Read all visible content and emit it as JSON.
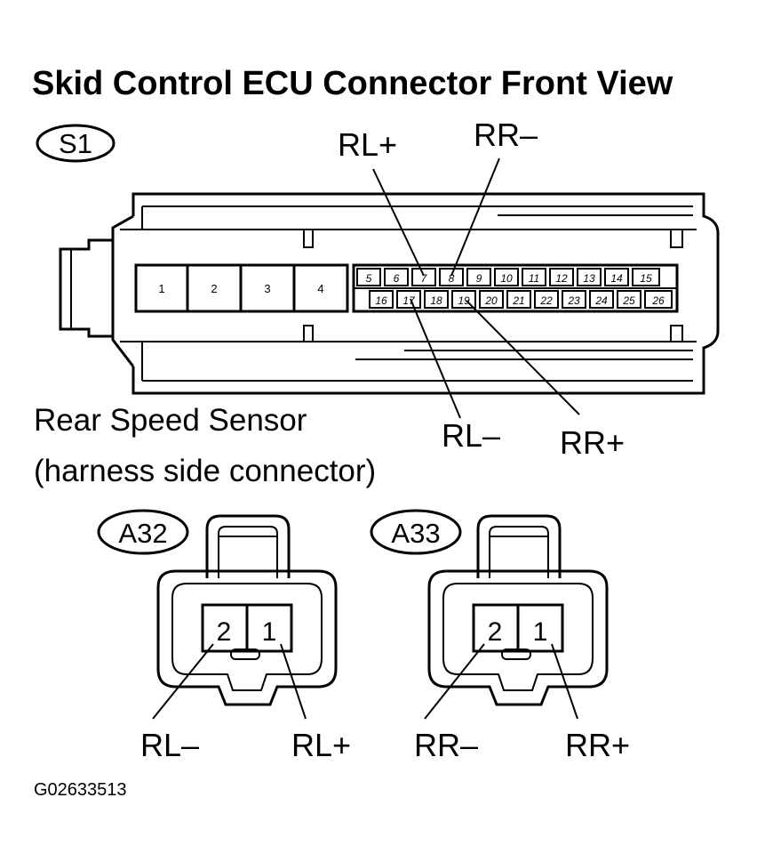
{
  "title": "Skid Control ECU Connector Front View",
  "ecu_connector": {
    "id": "S1",
    "big_pins": [
      "1",
      "2",
      "3",
      "4"
    ],
    "top_pins": [
      "5",
      "6",
      "7",
      "8",
      "9",
      "10",
      "11",
      "12",
      "13",
      "14",
      "15"
    ],
    "bottom_pins": [
      "16",
      "17",
      "18",
      "19",
      "20",
      "21",
      "22",
      "23",
      "24",
      "25",
      "26"
    ],
    "labels": {
      "rl_plus": "RL+",
      "rr_minus": "RR–",
      "rl_minus": "RL–",
      "rr_plus": "RR+"
    }
  },
  "sensor_heading": [
    "Rear Speed Sensor",
    "(harness side connector)"
  ],
  "sensors": [
    {
      "id": "A32",
      "pins": [
        "2",
        "1"
      ],
      "labels": [
        "RL–",
        "RL+"
      ]
    },
    {
      "id": "A33",
      "pins": [
        "2",
        "1"
      ],
      "labels": [
        "RR–",
        "RR+"
      ]
    }
  ],
  "figure_code": "G02633513"
}
